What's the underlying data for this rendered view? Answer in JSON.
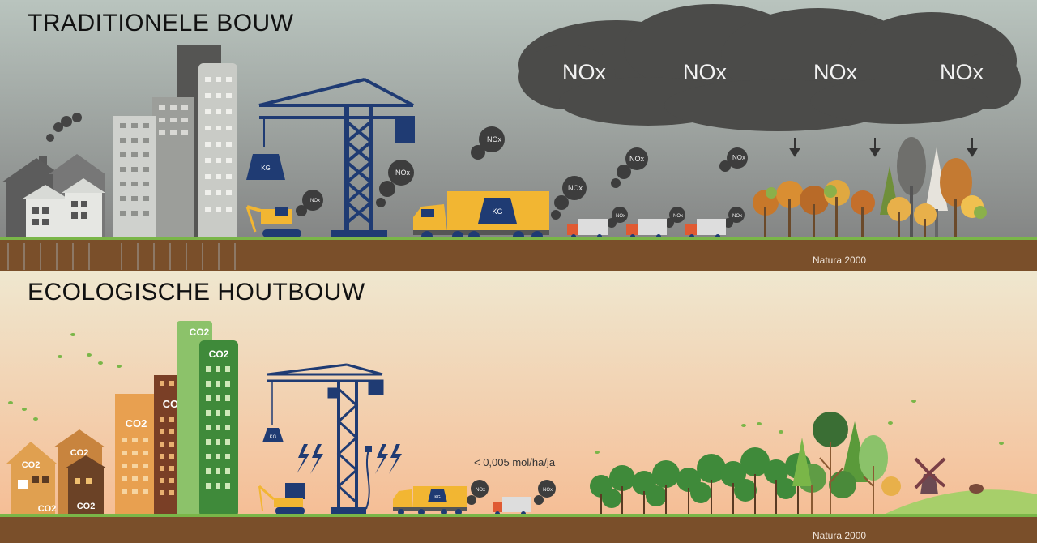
{
  "top": {
    "title": "TRADITIONELE BOUW",
    "nature_label": "Natura 2000",
    "cloud_labels": [
      "NOx",
      "NOx",
      "NOx",
      "NOx"
    ],
    "smoke_label": "NOx",
    "weight_label": "KG"
  },
  "bottom": {
    "title": "ECOLOGISCHE HOUTBOUW",
    "nature_label": "Natura 2000",
    "deposition_text": "< 0,005 mol/ha/ja",
    "co2_label": "CO2",
    "smoke_label": "NOx",
    "weight_label": "KG"
  },
  "colors": {
    "top_sky": "#8e8e8e",
    "bottom_sky": "#f3d9b5",
    "ground": "#7a4f2a",
    "grass": "#7ab648",
    "crane": "#1f3b73",
    "cloud": "#4a4a48",
    "truck_yellow": "#f2b632"
  }
}
